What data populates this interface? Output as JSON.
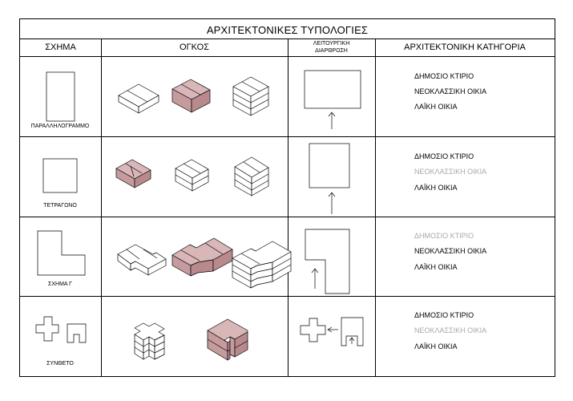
{
  "title": "ΑΡΧΙΤΕΚΤΟΝΙΚΕΣ ΤΥΠΟΛΟΓΙΕΣ",
  "headers": {
    "shape": "ΣΧΗΜΑ",
    "volume": "ΟΓΚΟΣ",
    "functional_line1": "ΛΕΙΤΟΥΡΓΙΚΗ",
    "functional_line2": "ΔΙΑΡΘΡΩΣΗ",
    "category": "ΑΡΧΙΤΕΚΤΟΝΙΚΗ ΚΑΤΗΓΟΡΙΑ"
  },
  "rows": [
    {
      "shape_label": "ΠΑΡΑΛΛΗΛΟΓΡΑΜΜΟ",
      "categories": [
        {
          "label": "ΔΗΜΟΣΙΟ ΚΤΙΡΙΟ",
          "active": true
        },
        {
          "label": "ΝΕΟΚΛΑΣΣΙΚΗ ΟΙΚΙΑ",
          "active": true
        },
        {
          "label": "ΛΑΪΚΗ ΟΙΚΙΑ",
          "active": true
        }
      ]
    },
    {
      "shape_label": "ΤΕΤΡΑΓΩΝΟ",
      "categories": [
        {
          "label": "ΔΗΜΟΣΙΟ ΚΤΙΡΙΟ",
          "active": true
        },
        {
          "label": "ΝΕΟΚΛΑΣΣΙΚΗ ΟΙΚΙΑ",
          "active": false
        },
        {
          "label": "ΛΑΪΚΗ ΟΙΚΙΑ",
          "active": true
        }
      ]
    },
    {
      "shape_label": "ΣΧΗΜΑ Γ",
      "categories": [
        {
          "label": "ΔΗΜΟΣΙΟ ΚΤΙΡΙΟ",
          "active": false
        },
        {
          "label": "ΝΕΟΚΛΑΣΣΙΚΗ ΟΙΚΙΑ",
          "active": true
        },
        {
          "label": "ΛΑΪΚΗ ΟΙΚΙΑ",
          "active": true
        }
      ]
    },
    {
      "shape_label": "ΣΥΝΘΕΤΟ",
      "categories": [
        {
          "label": "ΔΗΜΟΣΙΟ ΚΤΙΡΙΟ",
          "active": true
        },
        {
          "label": "ΝΕΟΚΛΑΣΣΙΚΗ ΟΙΚΙΑ",
          "active": false
        },
        {
          "label": "ΛΑΪΚΗ ΟΙΚΙΑ",
          "active": true
        }
      ]
    }
  ],
  "colors": {
    "active_text": "#000000",
    "inactive_text": "#a8a8a8",
    "highlight_fill": "#c59b9e"
  }
}
